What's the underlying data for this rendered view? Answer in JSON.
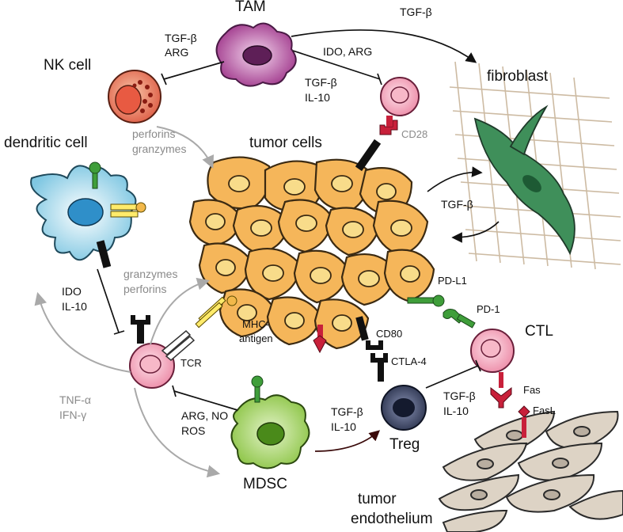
{
  "cells": {
    "tam": "TAM",
    "nk": "NK cell",
    "dendritic": "dendritic cell",
    "tumor": "tumor cells",
    "fibroblast": "fibroblast",
    "ctl": "CTL",
    "treg": "Treg",
    "mdsc": "MDSC",
    "endothelium_line1": "tumor",
    "endothelium_line2": "endothelium"
  },
  "factors": {
    "tam_to_nk_1": "TGF-β",
    "tam_to_nk_2": "ARG",
    "tam_to_fibroblast": "TGF-β",
    "tam_to_tcell_1": "IDO, ARG",
    "tam_to_tcell_2": "TGF-β",
    "tam_to_tcell_3": "IL-10",
    "nk_1": "perforins",
    "nk_2": "granzymes",
    "dc_1": "IDO",
    "dc_2": "IL-10",
    "ctl_1": "granzymes",
    "ctl_2": "perforins",
    "tnf": "TNF-α",
    "ifn": "IFN-γ",
    "mdsc_1": "ARG, NO",
    "mdsc_2": "ROS",
    "mdsc_treg_1": "TGF-β",
    "mdsc_treg_2": "IL-10",
    "treg_ctl_1": "TGF-β",
    "treg_ctl_2": "IL-10",
    "fibro_tgf": "TGF-β"
  },
  "molecules": {
    "cd28": "CD28",
    "mhc_1": "MHC-",
    "mhc_2": "antigen",
    "tcr": "TCR",
    "cd80": "CD80",
    "ctla4": "CTLA-4",
    "pdl1": "PD-L1",
    "pd1": "PD-1",
    "fas": "Fas",
    "fasl": "FasL"
  },
  "colors": {
    "tumor_fill": "#f5b65a",
    "tumor_stroke": "#3b2a12",
    "tumor_nucleus": "#f8dc8a",
    "tam": "#a23c8e",
    "nk": "#e0664e",
    "dendritic": "#9fd6ea",
    "fibroblast": "#2e7d4f",
    "tcell": "#f2a9bc",
    "treg": "#2d3550",
    "mdsc": "#8fc64a",
    "green_receptor": "#3f9e3a",
    "red_receptor": "#c8203a",
    "endothelium": "#ddd3c5",
    "grid": "#cdbba3",
    "gray_arrow": "#a9a9a9"
  }
}
